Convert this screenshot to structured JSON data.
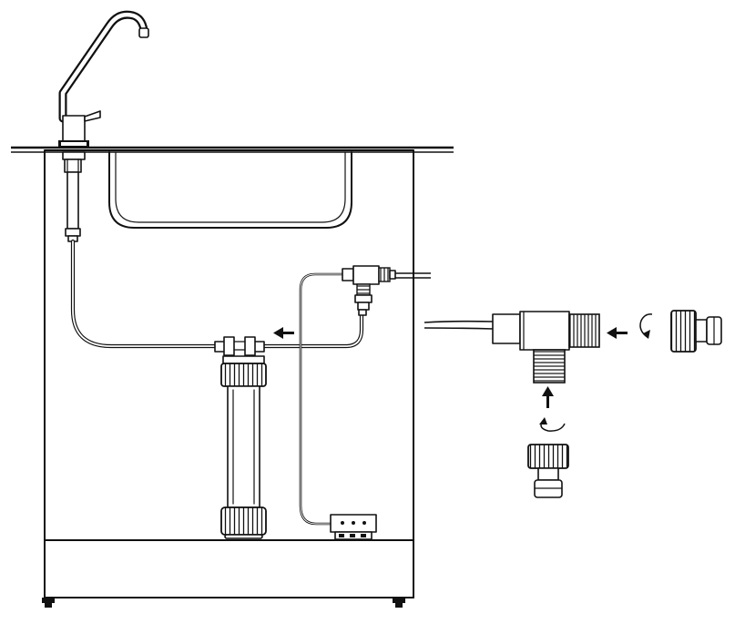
{
  "figure": {
    "kind": "installation-diagram",
    "caption": "",
    "line_color": "#111111",
    "background_color": "#ffffff"
  },
  "parts": [
    {
      "id": "faucet",
      "icon": "faucet-icon"
    },
    {
      "id": "sink",
      "icon": "sink-icon"
    },
    {
      "id": "cabinet",
      "icon": "cabinet-icon"
    },
    {
      "id": "filter",
      "icon": "filter-cartridge-icon"
    },
    {
      "id": "tee-valve",
      "icon": "tee-valve-icon"
    },
    {
      "id": "leak-sensor",
      "icon": "sensor-box-icon"
    },
    {
      "id": "quick-connect",
      "icon": "quick-connect-fitting-icon"
    },
    {
      "id": "flow-arrow",
      "icon": "arrow-icon"
    },
    {
      "id": "rotate-arrow",
      "icon": "rotate-arrow-icon"
    }
  ]
}
